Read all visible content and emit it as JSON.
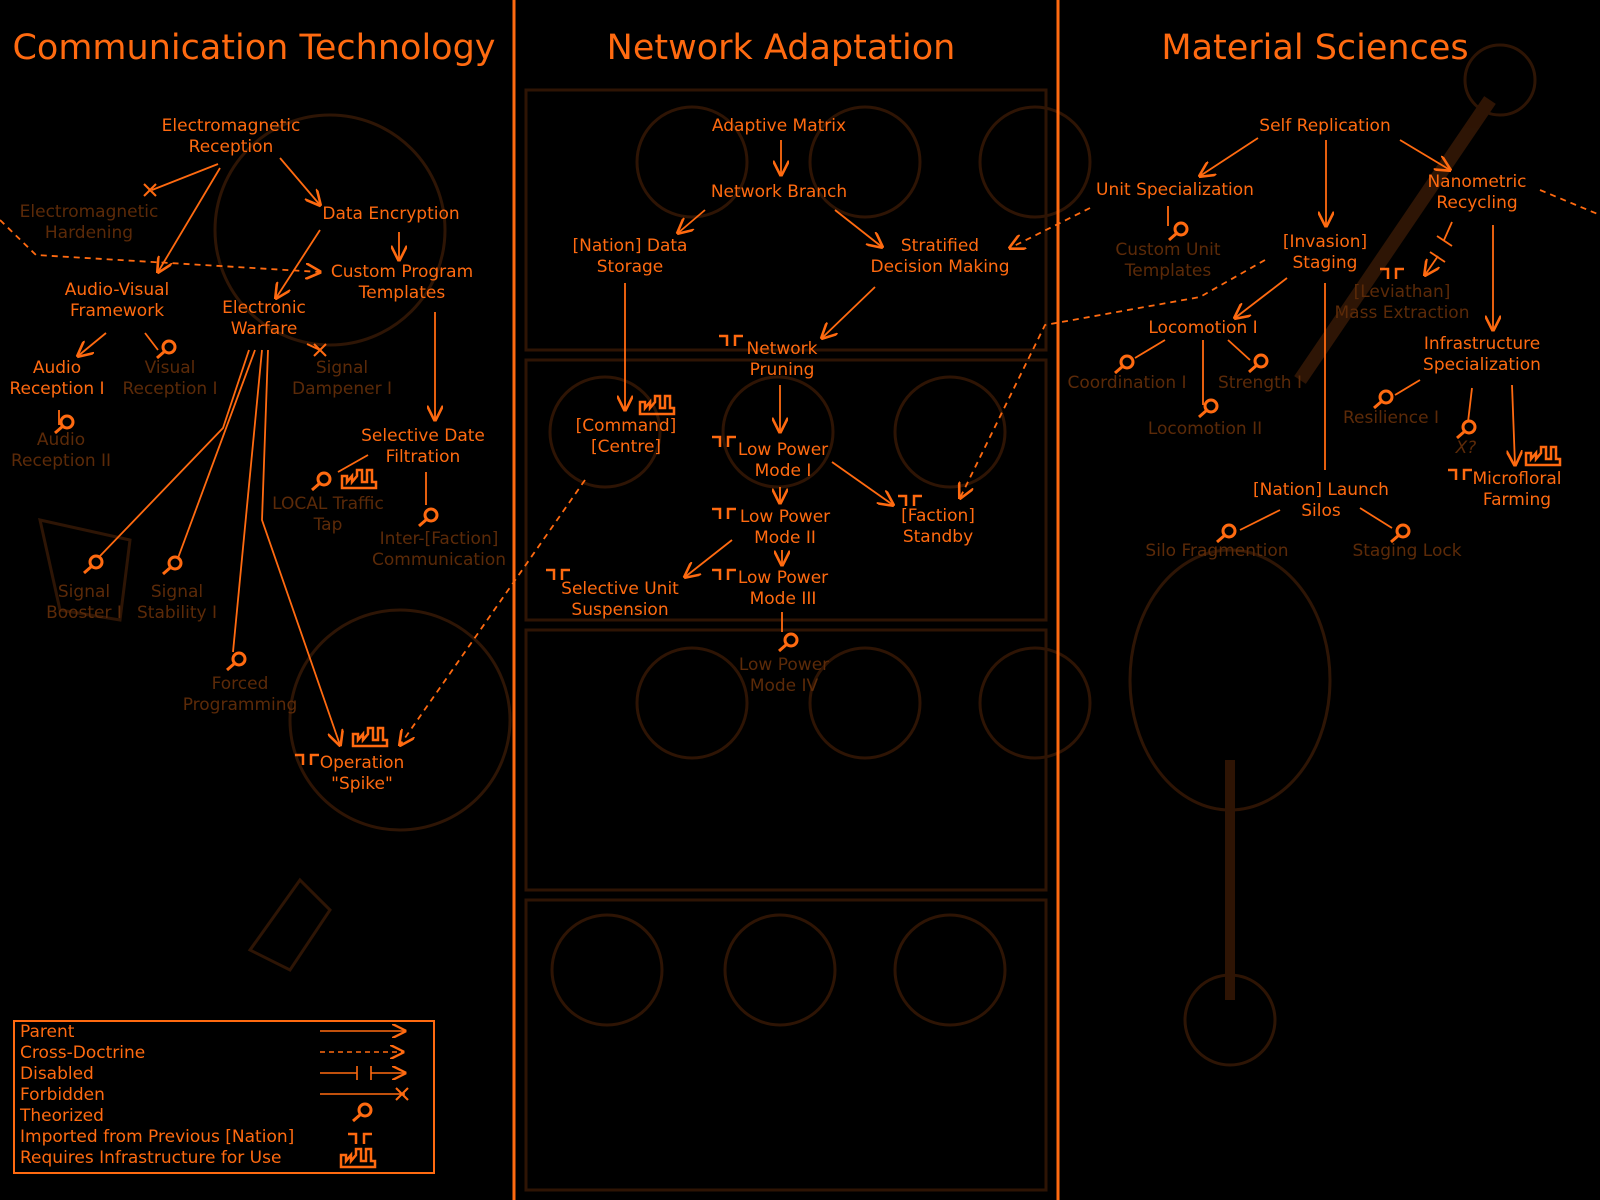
{
  "colors": {
    "accent": "#ff6a10",
    "dim": "#5c2a08",
    "background": "#000000"
  },
  "columns": [
    {
      "title": "Communication Technology"
    },
    {
      "title": "Network Adaptation"
    },
    {
      "title": "Material Sciences"
    }
  ],
  "comm": {
    "em_reception": "Electromagnetic\nReception",
    "em_hardening": "Electromagnetic\nHardening",
    "data_encryption": "Data Encryption",
    "custom_program": "Custom Program\nTemplates",
    "av_framework": "Audio-Visual\nFramework",
    "electronic_warfare": "Electronic\nWarfare",
    "audio_reception_1": "Audio\nReception I",
    "visual_reception_1": "Visual\nReception I",
    "signal_dampener_1": "Signal\nDampener I",
    "audio_reception_2": "Audio\nReception II",
    "selective_date": "Selective Date\nFiltration",
    "local_traffic": "LOCAL Traffic\nTap",
    "inter_faction": "Inter-[Faction]\nCommunication",
    "signal_booster": "Signal\nBooster I",
    "signal_stability": "Signal\nStability I",
    "forced_programming": "Forced\nProgramming",
    "operation_spike": "Operation\n\"Spike\""
  },
  "network": {
    "adaptive_matrix": "Adaptive Matrix",
    "network_branch": "Network Branch",
    "data_storage": "[Nation] Data\nStorage",
    "stratified": "Stratified\nDecision Making",
    "network_pruning": "Network\nPruning",
    "command_centre": "[Command]\n[Centre]",
    "lpm1": "Low Power\nMode I",
    "faction_standby": "[Faction]\nStandby",
    "lpm2": "Low Power\nMode II",
    "selective_unit": "Selective Unit\nSuspension",
    "lpm3": "Low Power\nMode III",
    "lpm4": "Low Power\nMode IV"
  },
  "material": {
    "self_replication": "Self Replication",
    "unit_specialization": "Unit Specialization",
    "nanometric": "Nanometric\nRecycling",
    "custom_unit": "Custom Unit\nTemplates",
    "invasion_staging": "[Invasion]\nStaging",
    "leviathan": "[Leviathan]\nMass Extraction",
    "locomotion_1": "Locomotion I",
    "infrastructure": "Infrastructure\nSpecialization",
    "coordination_1": "Coordination I",
    "strength_1": "Strength I",
    "resilience_1": "Resilience I",
    "locomotion_2": "Locomotion II",
    "x": "X?",
    "microfloral": "Microfloral\nFarming",
    "launch_silos": "[Nation] Launch\nSilos",
    "silo_fragmention": "Silo Fragmention",
    "staging_lock": "Staging Lock"
  },
  "legend": [
    {
      "label": "Parent",
      "icon": "solid-arrow"
    },
    {
      "label": "Cross-Doctrine",
      "icon": "dashed-arrow"
    },
    {
      "label": "Disabled",
      "icon": "disabled-bars"
    },
    {
      "label": "Forbidden",
      "icon": "forbidden-x"
    },
    {
      "label": "Theorized",
      "icon": "magnifier"
    },
    {
      "label": "Imported from Previous [Nation]",
      "icon": "imported-brackets"
    },
    {
      "label": "Requires Infrastructure for Use",
      "icon": "factory"
    }
  ]
}
